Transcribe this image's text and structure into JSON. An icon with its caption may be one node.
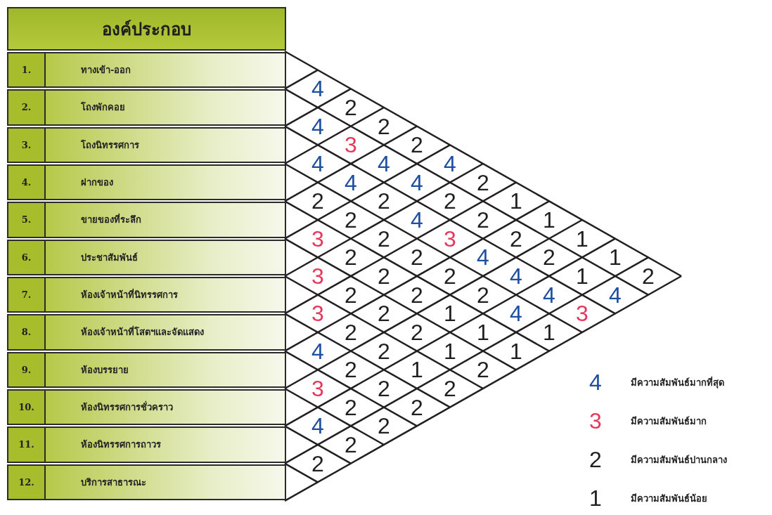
{
  "diagram": {
    "labels": [
      "องค์ประกอบ",
      "1.",
      "ทางเข้า-ออก",
      "2.",
      "โถงพักคอย",
      "3.",
      "โถงนิทรรศการ",
      "4.",
      "ฝากของ",
      "5.",
      "ขายของที่ระลึก",
      "6.",
      "ประชาสัมพันธ์",
      "7.",
      "ห้องเจ้าหน้าที่นิทรรศการ",
      "8.",
      "ห้องเจ้าหน้าที่โสตฯและจัดแสดง",
      "9.",
      "ห้องบรรยาย",
      "10.",
      "ห้องนิทรรศการชั่วคราว",
      "11.",
      "ห้องนิทรรศการถาวร",
      "12.",
      "บริการสาธารณะ",
      "4",
      "2",
      "2",
      "2",
      "4",
      "2",
      "1",
      "1",
      "1",
      "1",
      "2",
      "4",
      "3",
      "4",
      "4",
      "2",
      "2",
      "2",
      "2",
      "1",
      "4",
      "4",
      "4",
      "2",
      "4",
      "3",
      "4",
      "4",
      "4",
      "3",
      "2",
      "2",
      "2",
      "2",
      "2",
      "2",
      "4",
      "1",
      "3",
      "2",
      "2",
      "2",
      "1",
      "1",
      "1",
      "3",
      "2",
      "2",
      "2",
      "1",
      "2",
      "3",
      "2",
      "2",
      "1",
      "2",
      "4",
      "2",
      "2",
      "2",
      "3",
      "2",
      "2",
      "4",
      "2",
      "2",
      "4",
      "3",
      "2",
      "1"
    ],
    "legend": [
      {
        "text": "มีความสัมพันธ์มากที่สุด",
        "color": "#1f4fa0"
      },
      {
        "text": "มีความสัมพันธ์มาก",
        "color": "#e8355a"
      },
      {
        "text": "มีความสัมพันธ์ปานกลาง",
        "color": "#231f20"
      },
      {
        "text": "มีความสัมพันธ์น้อย",
        "color": "#231f20"
      }
    ]
  }
}
